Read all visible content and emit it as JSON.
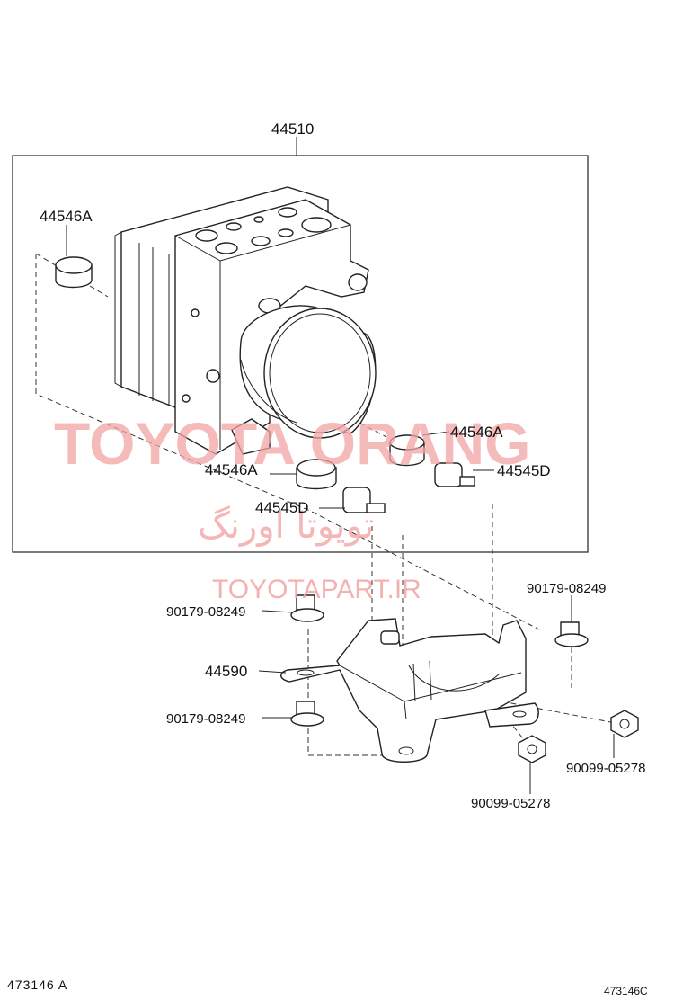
{
  "parts": {
    "assembly": "44510",
    "cushion_top": "44546A",
    "cushion_right": "44546A",
    "cushion_left": "44546A",
    "bolt_right": "44545D",
    "bolt_left": "44545D",
    "bracket": "44590",
    "bolt_upper_left": "90179-08249",
    "bolt_upper_right": "90179-08249",
    "bolt_lower_left": "90179-08249",
    "nut_right": "90099-05278",
    "nut_bottom": "90099-05278"
  },
  "footer": {
    "left_code": "473146  A",
    "right_code": "473146C"
  },
  "watermark": {
    "brand": "TOYOTA ORANG",
    "persian": "تویوتا اورنگ",
    "url": "TOYOTAPART.IR"
  }
}
